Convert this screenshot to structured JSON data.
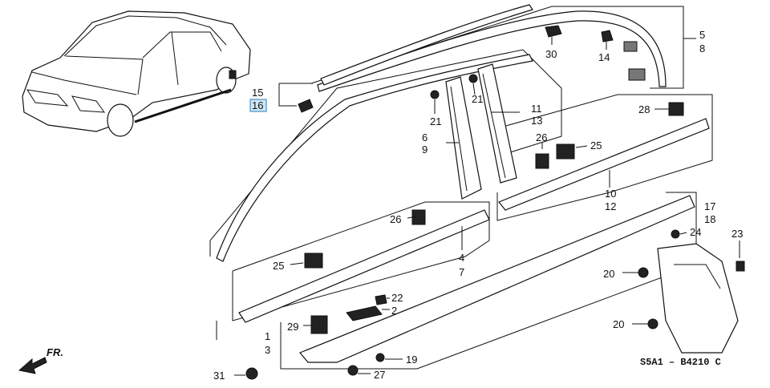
{
  "diagram": {
    "code": "S5A1 – B4210 C",
    "front_label": "FR.",
    "highlighted_callout": "16",
    "callouts": {
      "c1": "1",
      "c2": "2",
      "c3": "3",
      "c4": "4",
      "c5": "5",
      "c6": "6",
      "c7": "7",
      "c8": "8",
      "c9": "9",
      "c10": "10",
      "c11": "11",
      "c12": "12",
      "c13": "13",
      "c14": "14",
      "c15": "15",
      "c16": "16",
      "c17": "17",
      "c18": "18",
      "c19": "19",
      "c20a": "20",
      "c20b": "20",
      "c21a": "21",
      "c21b": "21",
      "c22": "22",
      "c23": "23",
      "c24": "24",
      "c25a": "25",
      "c25b": "25",
      "c26a": "26",
      "c26b": "26",
      "c27": "27",
      "c28": "28",
      "c29": "29",
      "c30": "30",
      "c31": "31"
    }
  }
}
